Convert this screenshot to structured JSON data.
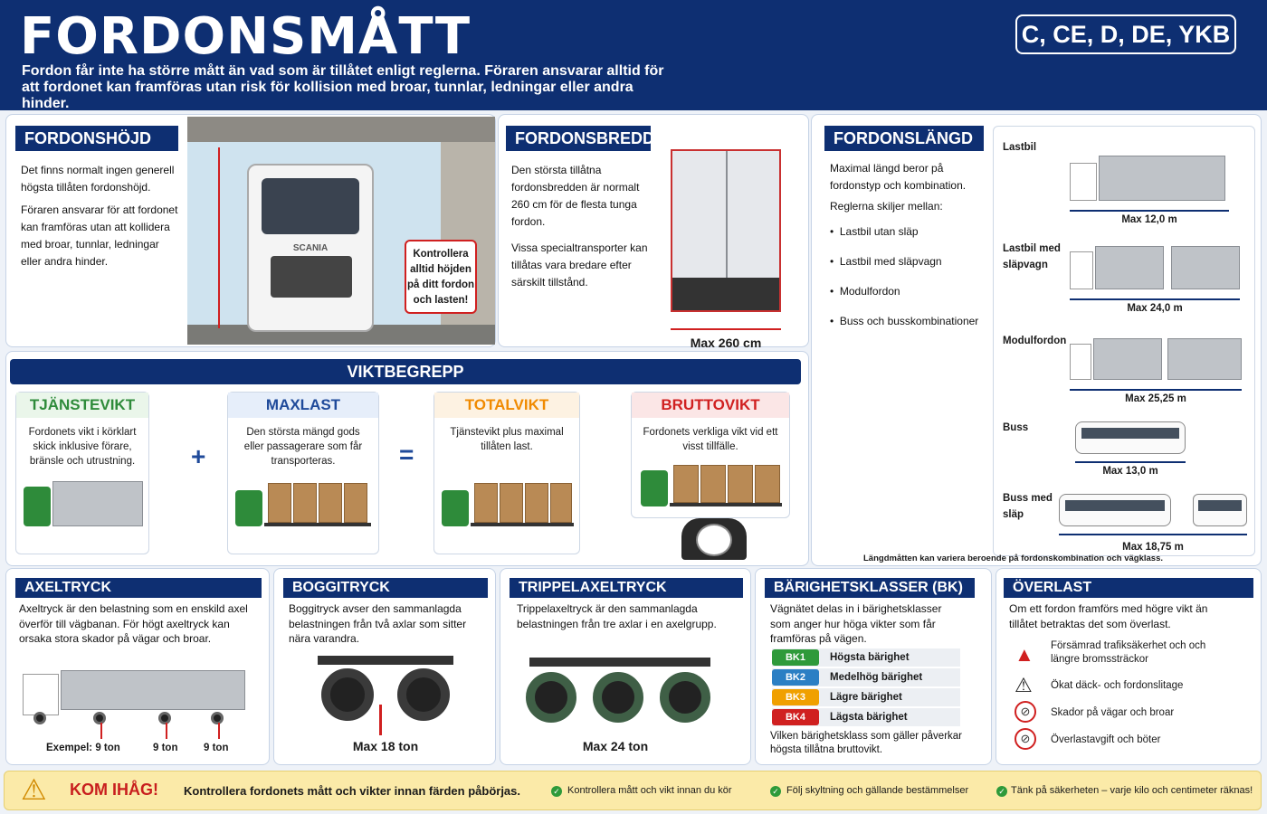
{
  "header": {
    "title": "FORDONSMÅTT",
    "subtitle": "Fordon får inte ha större mått än vad som är tillåtet enligt reglerna. Föraren ansvarar alltid för att fordonet kan framföras utan risk för kollision med broar, tunnlar, ledningar eller andra hinder.",
    "badge": "C, CE, D, DE, YKB"
  },
  "height": {
    "label": "FORDONSHÖJD",
    "text1": "Det finns normalt ingen generell högsta tillåten fordonshöjd.",
    "text2": "Föraren ansvarar för att fordonet kan framföras utan att kollidera med broar, tunnlar, ledningar eller andra hinder.",
    "brand": "SCANIA",
    "callout": "Kontrollera alltid höjden på ditt fordon och lasten!"
  },
  "width": {
    "label": "FORDONSBREDD",
    "text1": "Den största tillåtna fordonsbredden är normalt 260 cm för de flesta tunga fordon.",
    "text2": "Vissa specialtransporter kan tillåtas vara bredare efter särskilt tillstånd.",
    "max": "Max 260 cm"
  },
  "length": {
    "label": "FORDONSLÄNGD",
    "text1": "Maximal längd beror på fordonstyp och kombination.",
    "text2": "Reglerna skiljer mellan:",
    "bullets": [
      "Lastbil utan släp",
      "Lastbil med släpvagn",
      "Modulfordon",
      "Buss och busskombinationer"
    ],
    "vehicles": [
      {
        "name": "Lastbil",
        "max": "Max 12,0 m"
      },
      {
        "name": "Lastbil med släpvagn",
        "max": "Max 24,0 m"
      },
      {
        "name": "Modulfordon",
        "max": "Max 25,25 m"
      },
      {
        "name": "Buss",
        "max": "Max 13,0 m"
      },
      {
        "name": "Buss med släp",
        "max": "Max 18,75 m"
      }
    ],
    "note": "Längdmåtten kan variera beroende på fordonskombination och vägklass."
  },
  "weight": {
    "label": "VIKTBEGREPP",
    "plus": "+",
    "equals": "=",
    "cards": [
      {
        "title": "TJÄNSTEVIKT",
        "text": "Fordonets vikt i körklart skick inklusive förare, bränsle och utrustning.",
        "color": "#2e8b3a",
        "bg": "#eaf6ea"
      },
      {
        "title": "MAXLAST",
        "text": "Den största mängd gods eller passagerare som får transporteras.",
        "color": "#1f4a9a",
        "bg": "#e6eefa"
      },
      {
        "title": "TOTALVIKT",
        "text": "Tjänstevikt plus maximal tillåten last.",
        "color": "#f08a00",
        "bg": "#fdf2e2"
      },
      {
        "title": "BRUTTOVIKT",
        "text": "Fordonets verkliga vikt vid ett visst tillfälle.",
        "color": "#d02020",
        "bg": "#fbe6e6"
      }
    ]
  },
  "axle": {
    "label": "AXELTRYCK",
    "text": "Axeltryck är den belastning som en enskild axel överför till vägbanan. För högt axeltryck kan orsaka stora skador på vägar och broar.",
    "examples": [
      "Exempel: 9 ton",
      "9 ton",
      "9 ton"
    ]
  },
  "bogie": {
    "label": "BOGGITRYCK",
    "text": "Boggitryck avser den sammanlagda belastningen från två axlar som sitter nära varandra.",
    "max": "Max 18 ton"
  },
  "triple": {
    "label": "TRIPPELAXELTRYCK",
    "text": "Trippelaxeltryck är den sammanlagda belastningen från tre axlar i en axelgrupp.",
    "max": "Max 24 ton"
  },
  "bk": {
    "label": "BÄRIGHETSKLASSER (BK)",
    "text": "Vägnätet delas in i bärighetsklasser som anger hur höga vikter som får framföras på vägen.",
    "classes": [
      {
        "code": "BK1",
        "desc": "Högsta bärighet",
        "color": "#2e9a3a"
      },
      {
        "code": "BK2",
        "desc": "Medelhög bärighet",
        "color": "#2b7fc4"
      },
      {
        "code": "BK3",
        "desc": "Lägre bärighet",
        "color": "#f0a000"
      },
      {
        "code": "BK4",
        "desc": "Lägsta bärighet",
        "color": "#d02020"
      }
    ],
    "footer": "Vilken bärighetsklass som gäller påverkar högsta tillåtna bruttovikt."
  },
  "overload": {
    "label": "ÖVERLAST",
    "text": "Om ett fordon framförs med högre vikt än tillåtet betraktas det som överlast.",
    "items": [
      {
        "icon": "warning-icon",
        "text": "Försämrad trafiksäkerhet och och längre bromssträckor"
      },
      {
        "icon": "warning-icon",
        "text": "Ökat däck- och fordonslitage"
      },
      {
        "icon": "no-road-damage-icon",
        "text": "Skador på vägar och broar"
      },
      {
        "icon": "no-fine-icon",
        "text": "Överlastavgift och böter"
      }
    ]
  },
  "footer": {
    "title": "KOM IHÅG!",
    "text": "Kontrollera fordonets mått och vikter innan färden påbörjas.",
    "checks": [
      "Kontrollera mått och vikt innan du kör",
      "Följ skyltning och gällande bestämmelser",
      "Tänk på säkerheten – varje kilo och centimeter räknas!"
    ]
  }
}
